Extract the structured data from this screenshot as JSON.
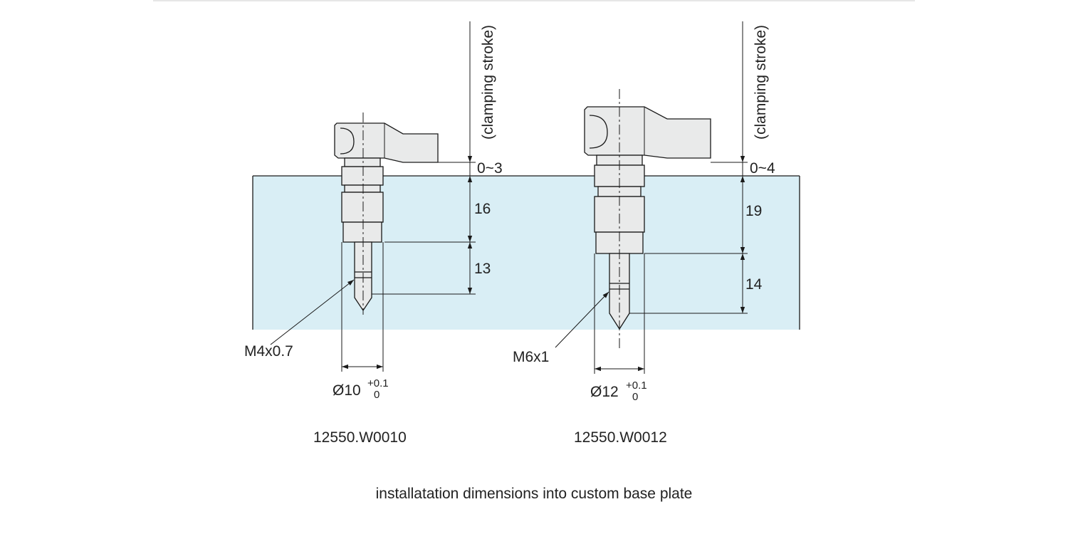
{
  "colors": {
    "plate_fill": "#d9eef5",
    "part_fill": "#e9eaea",
    "line": "#1a1a1a",
    "text": "#222222"
  },
  "caption": "installatation dimensions into custom base plate",
  "clamps": [
    {
      "part_number": "12550.W0010",
      "stroke_label": "(clamping stroke)",
      "stroke_value": "0~3",
      "depth_1": "16",
      "depth_2": "13",
      "thread": "M4x0.7",
      "bore_diameter": "Ø10",
      "tol_upper": "+0.1",
      "tol_lower": "0"
    },
    {
      "part_number": "12550.W0012",
      "stroke_label": "(clamping stroke)",
      "stroke_value": "0~4",
      "depth_1": "19",
      "depth_2": "14",
      "thread": "M6x1",
      "bore_diameter": "Ø12",
      "tol_upper": "+0.1",
      "tol_lower": "0"
    }
  ]
}
